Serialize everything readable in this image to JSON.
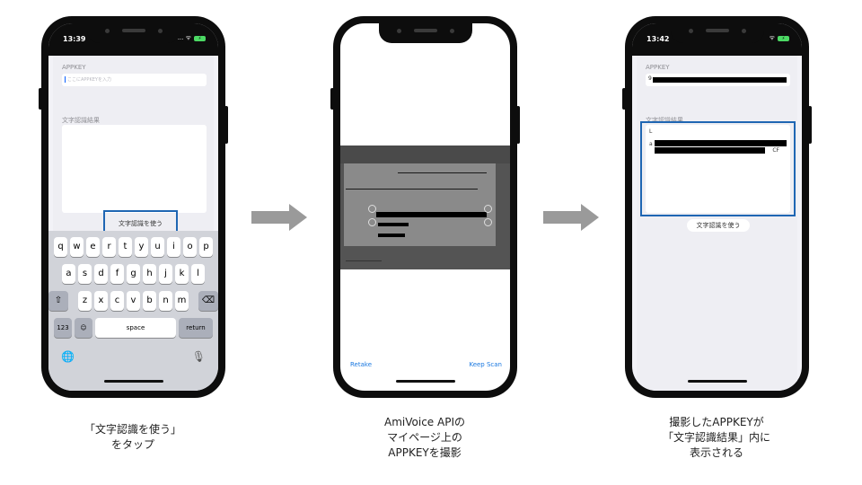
{
  "phone1": {
    "time": "13:39",
    "status_icons": "... ᯤ",
    "battery": "⚡",
    "appkey_label": "APPKEY",
    "appkey_placeholder": "ここにAPPKEYを入力",
    "result_label": "文字認識結果",
    "ocr_button": "文字認識を使う",
    "keyboard": {
      "row1": [
        "q",
        "w",
        "e",
        "r",
        "t",
        "y",
        "u",
        "i",
        "o",
        "p"
      ],
      "row2": [
        "a",
        "s",
        "d",
        "f",
        "g",
        "h",
        "j",
        "k",
        "l"
      ],
      "row3": [
        "z",
        "x",
        "c",
        "v",
        "b",
        "n",
        "m"
      ],
      "shift_icon": "⇧",
      "delete_icon": "⌫",
      "numbers": "123",
      "emoji_icon": "☺",
      "space": "space",
      "return": "return",
      "globe_icon": "🌐",
      "mic_icon": "🎙"
    }
  },
  "phone2": {
    "retake": "Retake",
    "keep_scan": "Keep Scan"
  },
  "phone3": {
    "time": "13:42",
    "status_icons": "ᯤ",
    "battery": "⚡",
    "appkey_label": "APPKEY",
    "appkey_prefix": "9",
    "result_label": "文字認識結果",
    "result_line1": "L",
    "result_line2_prefix": "a",
    "result_line3_suffix": "CF",
    "ocr_button": "文字認識を使う"
  },
  "captions": {
    "step1": [
      "「文字認識を使う」",
      "をタップ"
    ],
    "step2": [
      "AmiVoice APIの",
      "マイページ上の",
      "APPKEYを撮影"
    ],
    "step3": [
      "撮影したAPPKEYが",
      "「文字認識結果」内に",
      "表示される"
    ]
  },
  "colors": {
    "highlight": "#1f66b3",
    "arrow": "#9a9a9a",
    "link": "#1a78e0"
  }
}
